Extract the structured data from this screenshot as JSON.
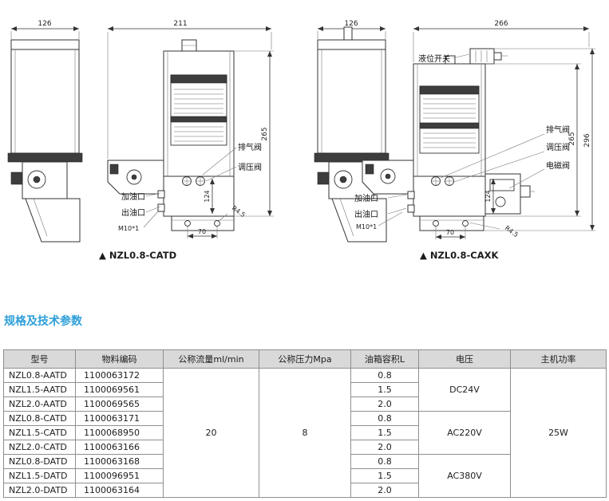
{
  "page": {
    "section_title": "规格及技术参数"
  },
  "drawing_left": {
    "caption": "▲ NZL0.8-CATD",
    "dim_width_front": "126",
    "dim_depth": "211",
    "dim_height": "265",
    "dim_pump_height": "124",
    "dim_hole_span": "70",
    "dim_radius": "R4.5",
    "thread": "M10*1",
    "label_exhaust_valve": "排气阀",
    "label_pressure_valve": "调压阀",
    "label_fill_port": "加油口",
    "label_outlet_port": "出油口"
  },
  "drawing_right": {
    "caption": "▲ NZL0.8-CAXK",
    "dim_width_front": "126",
    "dim_depth": "266",
    "dim_height_total": "296",
    "dim_height": "265",
    "dim_pump_height": "124",
    "dim_hole_span": "70",
    "dim_radius": "R4.5",
    "thread": "M10*1",
    "label_level_switch": "液位开关",
    "label_exhaust_valve": "排气阀",
    "label_pressure_valve": "调压阀",
    "label_solenoid_valve": "电磁阀",
    "label_fill_port": "加油口",
    "label_outlet_port": "出油口"
  },
  "table": {
    "headers": {
      "model": "型号",
      "material_code": "物料编码",
      "flow": "公称流量ml/min",
      "pressure": "公称压力Mpa",
      "tank_volume": "油箱容积L",
      "voltage": "电压",
      "power": "主机功率"
    },
    "rows": [
      {
        "model": "NZL0.8-AATD",
        "code": "1100063172",
        "volume": "0.8"
      },
      {
        "model": "NZL1.5-AATD",
        "code": "1100069561",
        "volume": "1.5"
      },
      {
        "model": "NZL2.0-AATD",
        "code": "1100069565",
        "volume": "2.0"
      },
      {
        "model": "NZL0.8-CATD",
        "code": "1100063171",
        "volume": "0.8"
      },
      {
        "model": "NZL1.5-CATD",
        "code": "1100068950",
        "volume": "1.5"
      },
      {
        "model": "NZL2.0-CATD",
        "code": "1100063166",
        "volume": "2.0"
      },
      {
        "model": "NZL0.8-DATD",
        "code": "1100063168",
        "volume": "0.8"
      },
      {
        "model": "NZL1.5-DATD",
        "code": "1100096951",
        "volume": "1.5"
      },
      {
        "model": "NZL2.0-DATD",
        "code": "1100063164",
        "volume": "2.0"
      }
    ],
    "flow_value": "20",
    "pressure_value": "8",
    "voltages": [
      "DC24V",
      "AC220V",
      "AC380V"
    ],
    "power_value": "25W"
  }
}
